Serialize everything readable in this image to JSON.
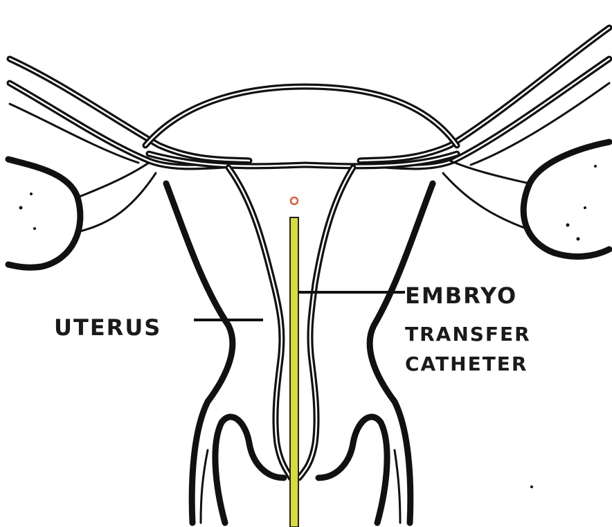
{
  "labels": {
    "uterus": "UTERUS",
    "catheter_line1": "EMBRYO",
    "catheter_line2": "TRANSFER",
    "catheter_line3": "CATHETER"
  },
  "colors": {
    "catheter": "#d9db3a",
    "embryo": "#e05a3a",
    "outline": "#111111"
  }
}
